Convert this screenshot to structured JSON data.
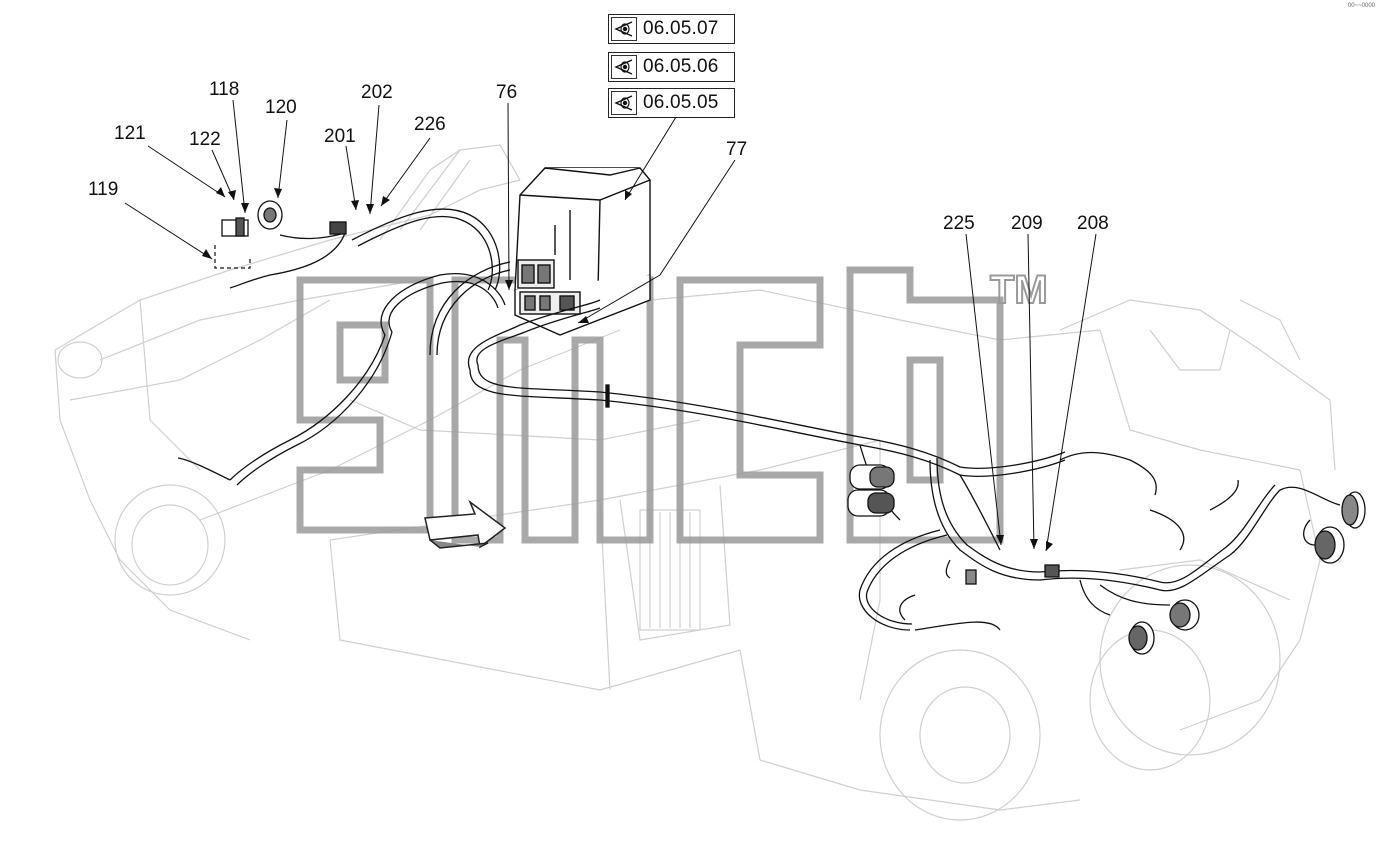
{
  "references": [
    {
      "code": "06.05.07"
    },
    {
      "code": "06.05.06"
    },
    {
      "code": "06.05.05"
    }
  ],
  "callouts": {
    "c118": "118",
    "c120": "120",
    "c121": "121",
    "c122": "122",
    "c119": "119",
    "c202": "202",
    "c201": "201",
    "c226": "226",
    "c76": "76",
    "c77": "77",
    "c225": "225",
    "c209": "209",
    "c208": "208"
  },
  "watermark": {
    "text": "gmcb",
    "tm": "TM"
  },
  "corner_mark": "00~~0000",
  "colors": {
    "line": "#111111",
    "ghost": "#c8c8c8",
    "watermark": "#9a9a9a"
  }
}
